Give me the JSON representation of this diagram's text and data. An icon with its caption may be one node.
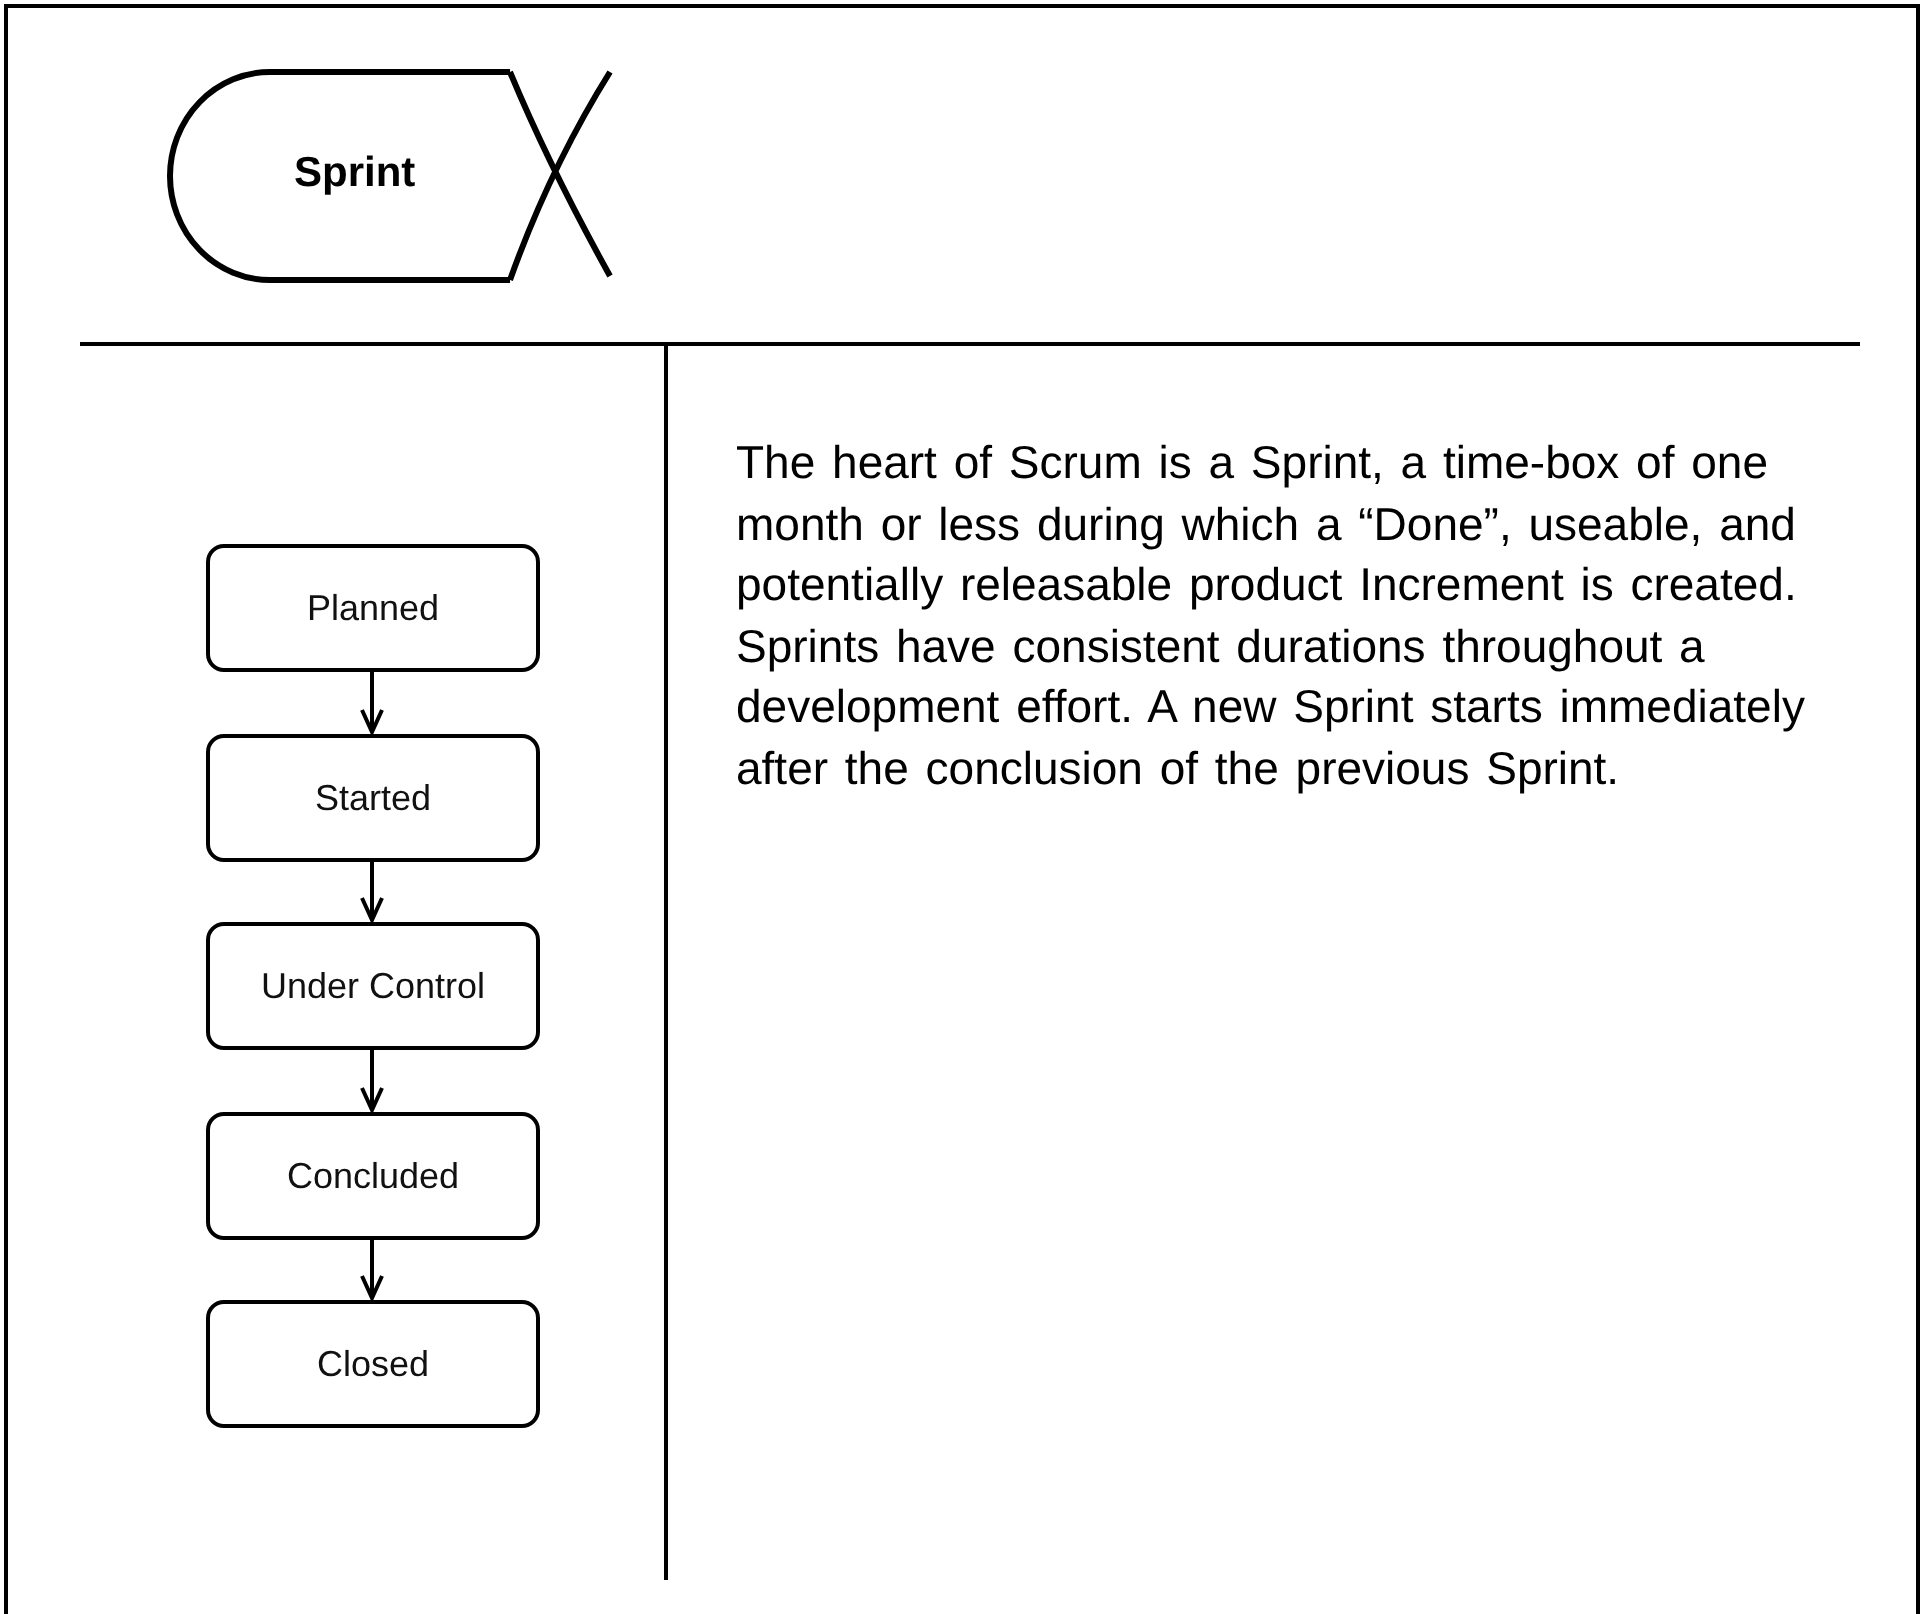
{
  "diagram": {
    "nodes": [
      {
        "text": [
          "Sprint"
        ]
      },
      {
        "text": [
          "Planned"
        ]
      },
      {
        "text": [
          "Started"
        ]
      },
      {
        "text": [
          "Under Control"
        ]
      },
      {
        "text": [
          "Concluded"
        ]
      },
      {
        "text": [
          "Closed"
        ]
      }
    ],
    "edges": [
      {
        "from": 1,
        "to": 2,
        "arrow": "to"
      },
      {
        "from": 2,
        "to": 3,
        "arrow": "to"
      },
      {
        "from": 3,
        "to": 4,
        "arrow": "to"
      },
      {
        "from": 4,
        "to": 5,
        "arrow": "to"
      }
    ],
    "labels": [
      "The heart of Scrum is a Sprint, a time-box of one month or less during which a “Done”, useable, and potentially releasable product Increment is created. Sprints have consistent durations throughout a development effort. A new Sprint starts immediately after the conclusion of the previous Sprint."
    ]
  }
}
